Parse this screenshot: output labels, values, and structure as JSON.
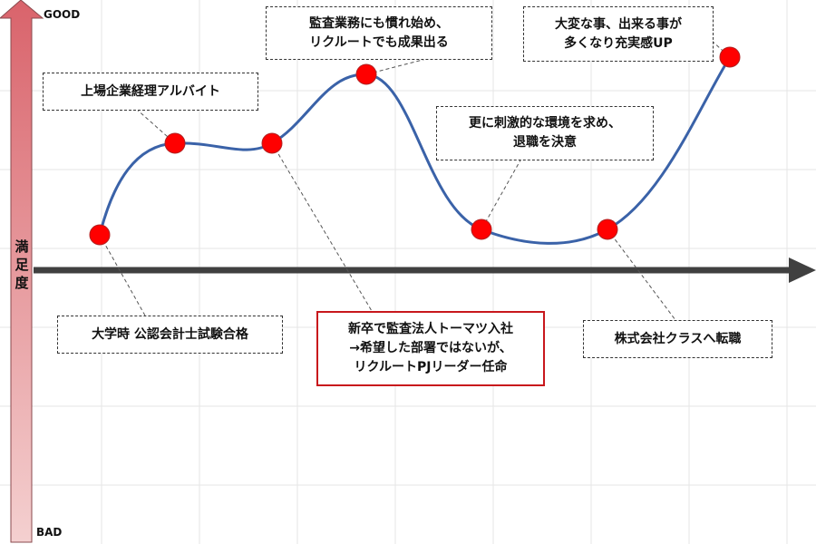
{
  "axis": {
    "top": "GOOD",
    "bottom": "BAD",
    "vertical_label": "満足度"
  },
  "colors": {
    "curve": "#3a62a8",
    "point": "#ff0000",
    "highlight": "#c8171c",
    "axis_arrow_top": "#d9636b",
    "axis_arrow_bottom": "#f4d0d0"
  },
  "events": [
    {
      "text": [
        "大学時 公認会計士試験合格"
      ]
    },
    {
      "text": [
        "上場企業経理アルバイト"
      ]
    },
    {
      "text": [
        "新卒で監査法人トーマツ入社",
        "→希望した部署ではないが、",
        "リクルートPJリーダー任命"
      ],
      "highlight": true
    },
    {
      "text": [
        "監査業務にも慣れ始め、",
        "リクルートでも成果出る"
      ]
    },
    {
      "text": [
        "更に刺激的な環境を求め、",
        "退職を決意"
      ]
    },
    {
      "text": [
        "株式会社クラスへ転職"
      ]
    },
    {
      "text": [
        "大変な事、出来る事が",
        "多くなり充実感UP"
      ]
    }
  ]
}
